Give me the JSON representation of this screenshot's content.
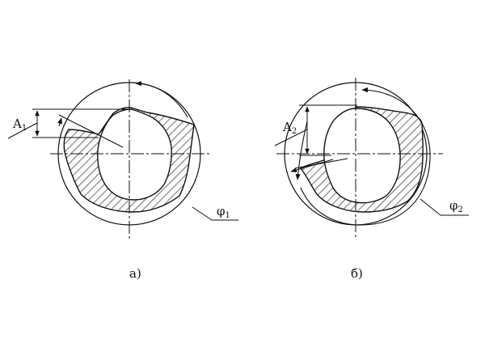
{
  "figures": [
    {
      "dimension_symbol": "A",
      "dimension_subscript": "1",
      "angle_symbol": "φ",
      "angle_subscript": "1",
      "caption": "а)"
    },
    {
      "dimension_symbol": "A",
      "dimension_subscript": "2",
      "angle_symbol": "φ",
      "angle_subscript": "2",
      "caption": "б)"
    }
  ],
  "colors": {
    "line": "#111111",
    "hatch": "#222222",
    "background": "#ffffff"
  }
}
